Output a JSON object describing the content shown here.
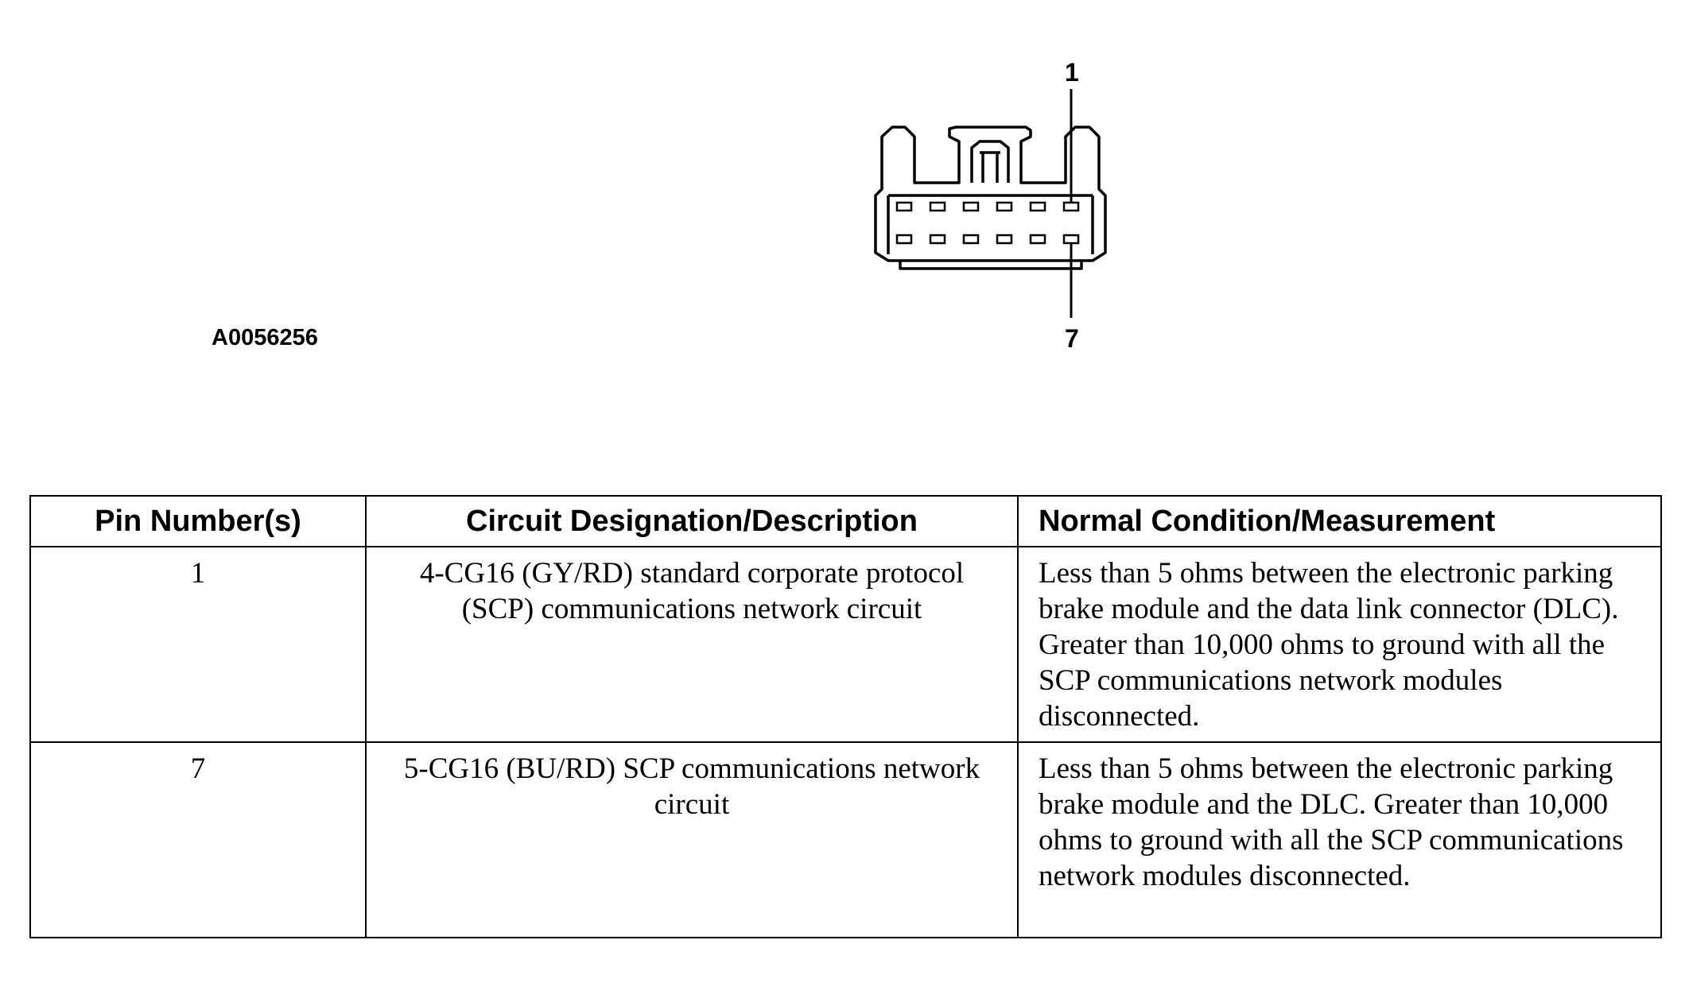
{
  "figure": {
    "id": "A0056256",
    "pin_top_label": "1",
    "pin_bottom_label": "7"
  },
  "table": {
    "headers": [
      "Pin Number(s)",
      "Circuit Designation/Description",
      "Normal Condition/Measurement"
    ],
    "rows": [
      {
        "pin": "1",
        "circuit": "4-CG16 (GY/RD) standard corporate protocol (SCP) communications network circuit",
        "condition": "Less than 5 ohms between the electronic parking brake module and the data link connector (DLC). Greater than 10,000 ohms to ground with all the SCP communications network modules disconnected."
      },
      {
        "pin": "7",
        "circuit": "5-CG16 (BU/RD) SCP communications network circuit",
        "condition": "Less than 5 ohms between the electronic parking brake module and the DLC. Greater than 10,000 ohms to ground with all the SCP communications network modules disconnected."
      }
    ]
  }
}
